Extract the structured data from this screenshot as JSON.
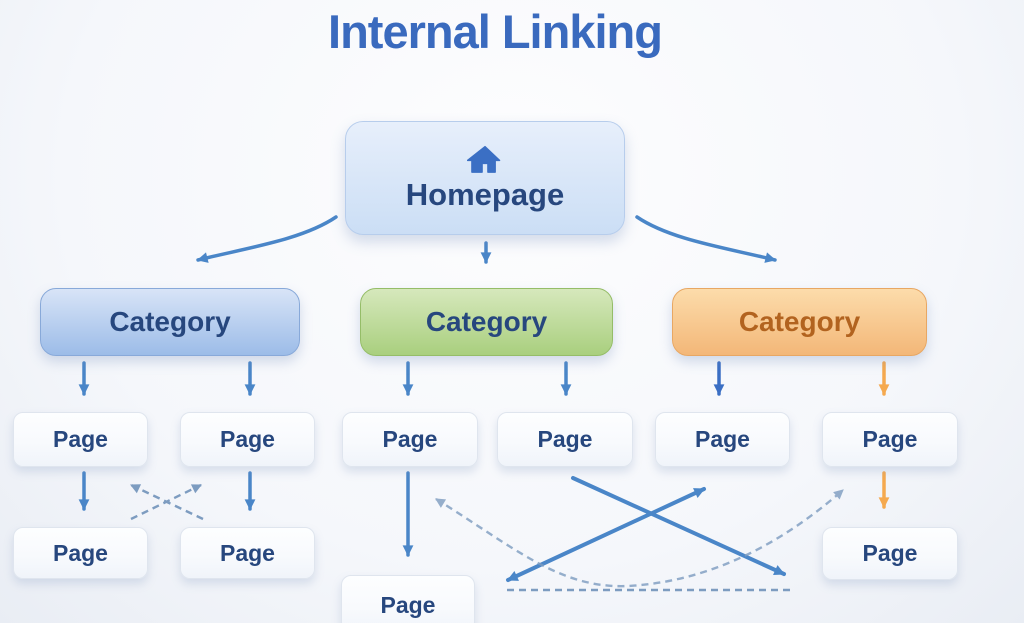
{
  "title": "Internal Linking",
  "colors": {
    "title": "#3a6abe",
    "text-navy": "#27477e",
    "text-orange": "#b2631f",
    "arrow-blue": "#4a86c8",
    "arrow-dark-blue": "#3b6fc4",
    "arrow-orange": "#f5a94f",
    "arrow-dashed": "#7d9cc0",
    "cat-blue-top": "#d8e4f7",
    "cat-blue-bottom": "#9cbce8",
    "cat-blue-border": "#88a9d9",
    "cat-green-top": "#d6e8bc",
    "cat-green-bottom": "#a9cf7e",
    "cat-green-border": "#95bd68",
    "cat-orange-top": "#fcdcab",
    "cat-orange-bottom": "#f3b778",
    "cat-orange-border": "#e8a763",
    "home-top": "#e7effb",
    "home-bottom": "#cbdef5",
    "home-border": "#b7cdec",
    "page-bg": "#f8fafd",
    "page-border": "#dfe5ee"
  },
  "nodes": {
    "homepage": {
      "label": "Homepage",
      "icon": "home-icon"
    },
    "categories": [
      {
        "label": "Category",
        "theme": "blue"
      },
      {
        "label": "Category",
        "theme": "green"
      },
      {
        "label": "Category",
        "theme": "orange"
      }
    ],
    "pages": [
      {
        "label": "Page"
      },
      {
        "label": "Page"
      },
      {
        "label": "Page"
      },
      {
        "label": "Page"
      },
      {
        "label": "Page"
      },
      {
        "label": "Page"
      },
      {
        "label": "Page"
      },
      {
        "label": "Page"
      },
      {
        "label": "Page"
      },
      {
        "label": "Page"
      }
    ]
  }
}
